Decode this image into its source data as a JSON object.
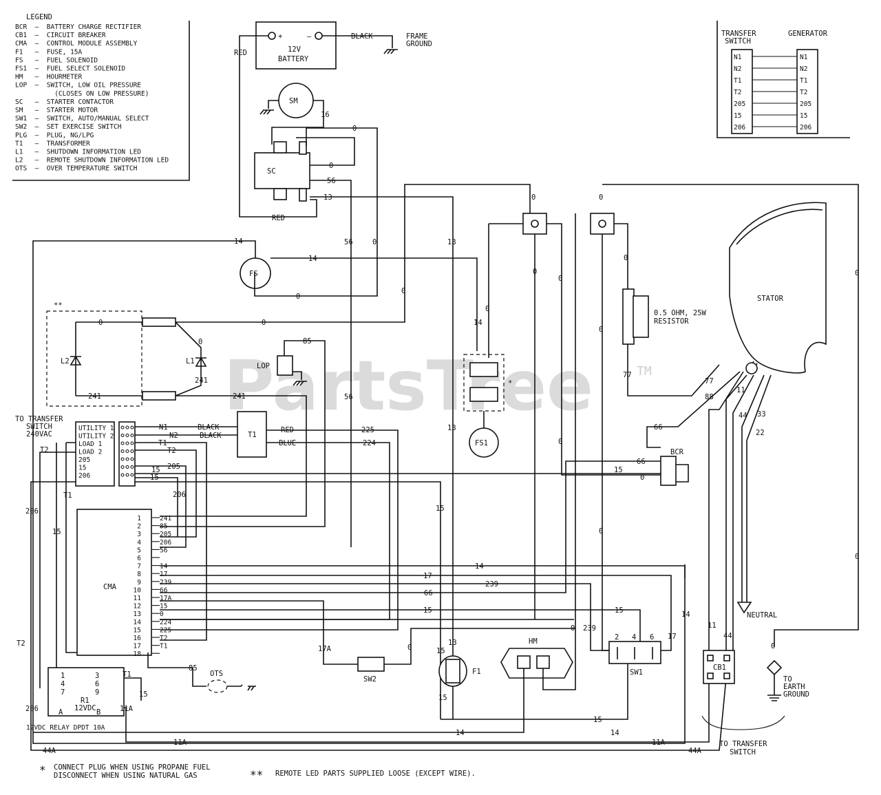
{
  "watermark": {
    "text": "PartsTree",
    "tm": "TM"
  },
  "legend": {
    "title": "LEGEND",
    "items": [
      "BCR  –  BATTERY CHARGE RECTIFIER",
      "CB1  –  CIRCUIT BREAKER",
      "CMA  –  CONTROL MODULE ASSEMBLY",
      "F1   –  FUSE, 15A",
      "FS   –  FUEL SOLENOID",
      "FS1  –  FUEL SELECT SOLENOID",
      "HM   –  HOURMETER",
      "LOP  –  SWITCH, LOW OIL PRESSURE",
      "          (CLOSES ON LOW PRESSURE)",
      "SC   –  STARTER CONTACTOR",
      "SM   –  STARTER MOTOR",
      "SW1  –  SWITCH, AUTO/MANUAL SELECT",
      "SW2  –  SET EXERCISE SWITCH",
      "PLG  –  PLUG, NG/LPG",
      "T1   –  TRANSFORMER",
      "L1   –  SHUTDOWN INFORMATION LED",
      "L2   –  REMOTE SHUTDOWN INFORMATION LED",
      "OTS  –  OVER TEMPERATURE SWITCH"
    ]
  },
  "battery": {
    "label1": "12V",
    "label2": "BATTERY",
    "plus": "+",
    "minus": "–",
    "red": "RED",
    "black": "BLACK",
    "frame1": "FRAME",
    "frame2": "GROUND"
  },
  "components": {
    "sm": "SM",
    "sc": "SC",
    "fs": "FS",
    "fs1": "FS1",
    "t1": "T1",
    "bcr": "BCR",
    "stator": "STATOR",
    "cma": "CMA",
    "hm": "HM",
    "sw1": "SW1",
    "sw2": "SW2",
    "f1": "F1",
    "cb1": "CB1",
    "lop": "LOP",
    "ots": "OTS",
    "l1": "L1",
    "l2": "L2",
    "resistor1": "0.5 OHM, 25W",
    "resistor2": "RESISTOR",
    "neutral": "NEUTRAL",
    "earth1": "TO",
    "earth2": "EARTH",
    "earth3": "GROUND",
    "relay1": "R1",
    "relay2": "12VDC",
    "relay_caption": "12VDC RELAY DPDT 10A",
    "remote_mark": "**",
    "asterisk": "*"
  },
  "transfer_table": {
    "left_header1": "TRANSFER",
    "left_header2": "SWITCH",
    "right_header": "GENERATOR",
    "rows": [
      "N1",
      "N2",
      "T1",
      "T2",
      "205",
      "15",
      "206"
    ]
  },
  "ts_block": {
    "title1": "TO TRANSFER",
    "title2": "SWITCH",
    "title3": "240VAC",
    "rows": [
      "UTILITY 1",
      "UTILITY 2",
      "LOAD 1",
      "LOAD 2",
      "205",
      "15",
      "206"
    ]
  },
  "cma_pins": [
    {
      "pin": "1",
      "wire": "241"
    },
    {
      "pin": "2",
      "wire": "85"
    },
    {
      "pin": "3",
      "wire": "205"
    },
    {
      "pin": "4",
      "wire": "206"
    },
    {
      "pin": "5",
      "wire": "56"
    },
    {
      "pin": "6",
      "wire": ""
    },
    {
      "pin": "7",
      "wire": "14"
    },
    {
      "pin": "8",
      "wire": "17"
    },
    {
      "pin": "9",
      "wire": "239"
    },
    {
      "pin": "10",
      "wire": "66"
    },
    {
      "pin": "11",
      "wire": "17A"
    },
    {
      "pin": "12",
      "wire": "15"
    },
    {
      "pin": "13",
      "wire": "0"
    },
    {
      "pin": "14",
      "wire": "224"
    },
    {
      "pin": "15",
      "wire": "225"
    },
    {
      "pin": "16",
      "wire": "T2"
    },
    {
      "pin": "17",
      "wire": "T1"
    },
    {
      "pin": "18",
      "wire": ""
    }
  ],
  "wires": {
    "w0": "0",
    "w13": "13",
    "w14": "14",
    "w15": "15",
    "w16": "16",
    "w17": "17",
    "w56": "56",
    "w85": "85",
    "w241": "241",
    "w66": "66",
    "w77": "77",
    "w88": "88",
    "w11": "11",
    "w44": "44",
    "w33": "33",
    "w22": "22",
    "w224": "224",
    "w225": "225",
    "w239": "239",
    "w17a": "17A",
    "w11a": "11A",
    "w44a": "44A",
    "w205": "205",
    "w206": "206",
    "t1": "T1",
    "t2": "T2",
    "n1": "N1",
    "n2": "N2",
    "black": "BLACK",
    "red": "RED",
    "blue": "BLUE"
  },
  "relay_pins": [
    "1",
    "3",
    "4",
    "6",
    "7",
    "9",
    "A",
    "B"
  ],
  "sw1_pins": [
    "2",
    "4",
    "6"
  ],
  "ts_bottom1": "TO TRANSFER",
  "ts_bottom2": "SWITCH",
  "notes": {
    "note1a": "CONNECT PLUG WHEN USING PROPANE FUEL",
    "note1b": "DISCONNECT WHEN USING NATURAL GAS",
    "note2": "REMOTE LED PARTS SUPPLIED LOOSE (EXCEPT WIRE)."
  }
}
